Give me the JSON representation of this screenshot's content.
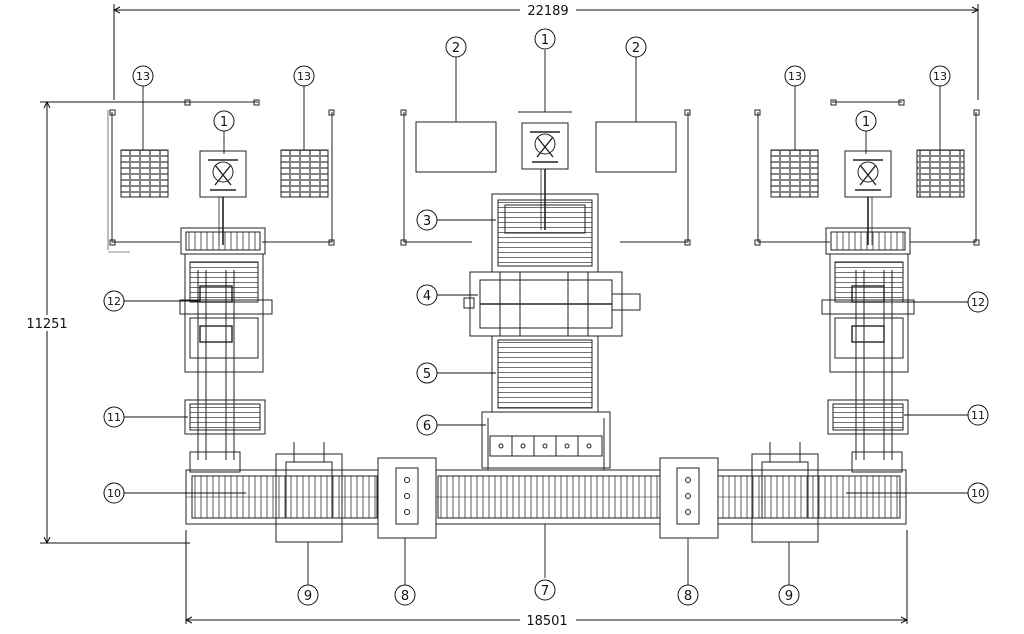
{
  "dimensions": {
    "total_width": "22189",
    "total_height": "11251",
    "line_width": "18501"
  },
  "callouts": {
    "c1": "1",
    "c2": "2",
    "c3": "3",
    "c4": "4",
    "c5": "5",
    "c6": "6",
    "c7": "7",
    "c8": "8",
    "c9": "9",
    "c10": "10",
    "c11": "11",
    "c12": "12",
    "c13": "13"
  },
  "colors": {
    "line": "#1a1a1a",
    "background": "#ffffff"
  }
}
